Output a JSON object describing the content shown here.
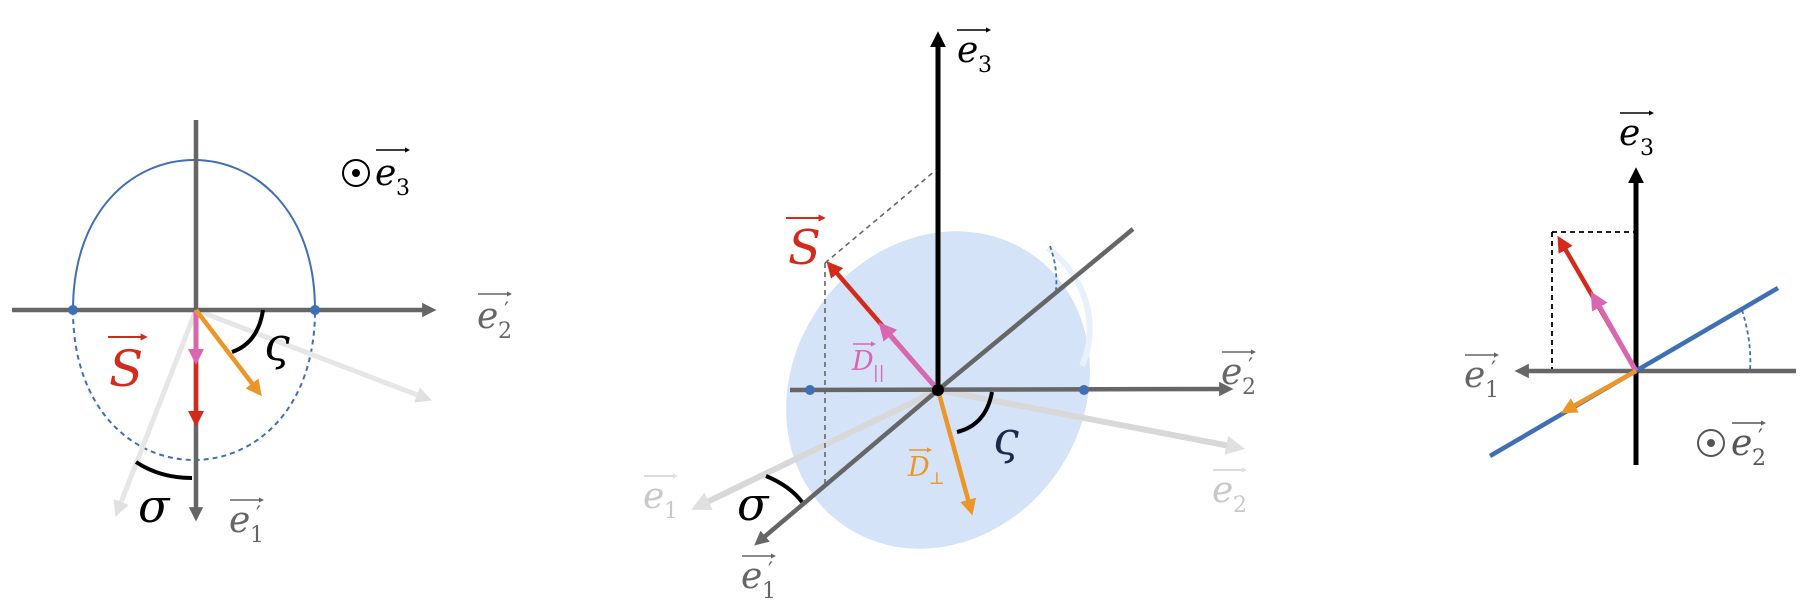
{
  "colors": {
    "axis_dark": "#000000",
    "axis_gray": "#666666",
    "axis_light": "#d6d6d6",
    "label_light": "#c8c8c8",
    "spin_red": "#d42a1c",
    "d_parallel_pink": "#d966b0",
    "d_perp_orange": "#ec9628",
    "ellipse_blue": "#3f6fb5",
    "disk_fill": "#cfe0f7",
    "label_navy": "#1d2a4a"
  },
  "labels": {
    "e1": "e",
    "e2": "e",
    "e3": "e",
    "sub1": "1",
    "sub2": "2",
    "sub3": "3",
    "prime": "′",
    "spin": "S",
    "d_par": "D",
    "d_par_sub": "||",
    "d_perp": "D",
    "d_perp_sub": "⊥",
    "sigma": "σ",
    "varsigma": "ς",
    "out_of_page": "⊙"
  },
  "icons": {
    "out_of_page": "circle-dot-icon",
    "vector_arrow": "vector-arrow-icon"
  }
}
